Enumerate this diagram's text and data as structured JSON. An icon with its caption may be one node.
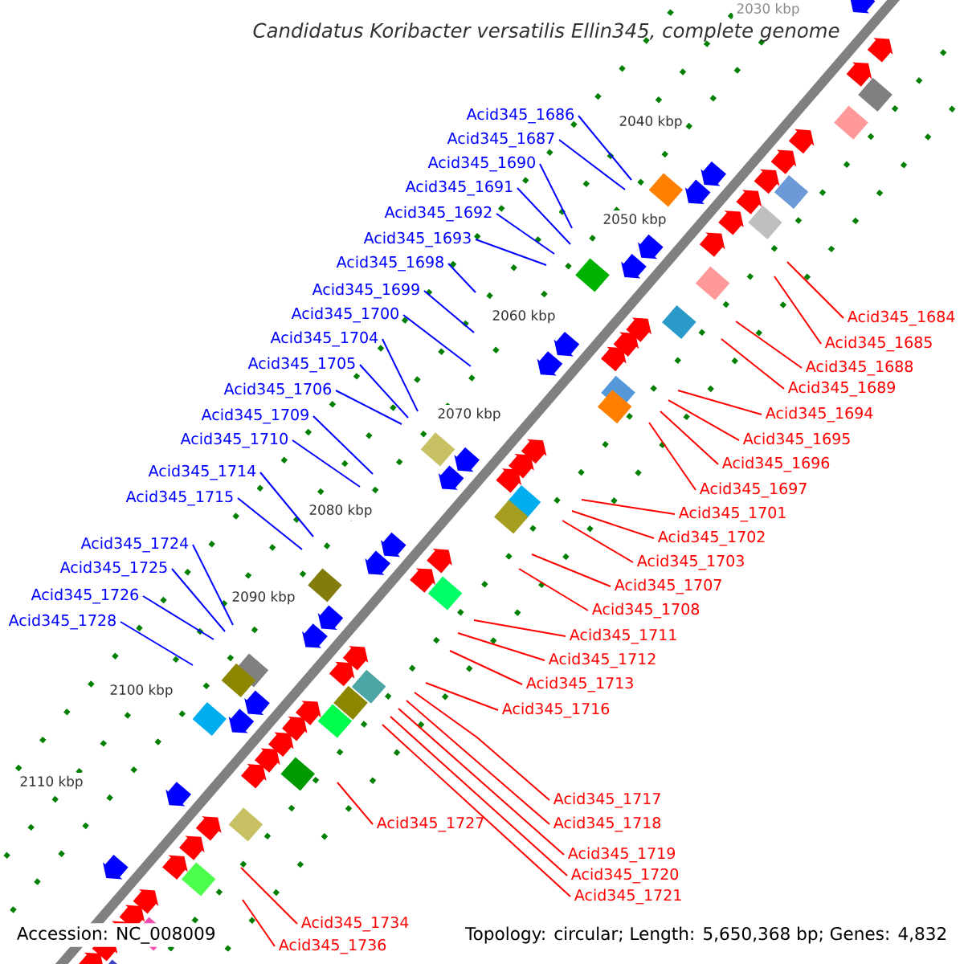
{
  "diagram": {
    "title": "Candidatus Koribacter versatilis Ellin345, complete genome",
    "nodes": [
      {
        "text": [
          "Acid345_1686"
        ]
      },
      {
        "text": [
          "Acid345_1687"
        ]
      },
      {
        "text": [
          "Acid345_1690"
        ]
      },
      {
        "text": [
          "Acid345_1691"
        ]
      },
      {
        "text": [
          "Acid345_1692"
        ]
      },
      {
        "text": [
          "Acid345_1693"
        ]
      },
      {
        "text": [
          "Acid345_1698"
        ]
      },
      {
        "text": [
          "Acid345_1699"
        ]
      },
      {
        "text": [
          "Acid345_1700"
        ]
      },
      {
        "text": [
          "Acid345_1704"
        ]
      },
      {
        "text": [
          "Acid345_1705"
        ]
      },
      {
        "text": [
          "Acid345_1706"
        ]
      },
      {
        "text": [
          "Acid345_1709"
        ]
      },
      {
        "text": [
          "Acid345_1710"
        ]
      },
      {
        "text": [
          "Acid345_1714"
        ]
      },
      {
        "text": [
          "Acid345_1715"
        ]
      },
      {
        "text": [
          "Acid345_1724"
        ]
      },
      {
        "text": [
          "Acid345_1725"
        ]
      },
      {
        "text": [
          "Acid345_1726"
        ]
      },
      {
        "text": [
          "Acid345_1728"
        ]
      },
      {
        "text": [
          "Acid345_1684"
        ]
      },
      {
        "text": [
          "Acid345_1685"
        ]
      },
      {
        "text": [
          "Acid345_1688"
        ]
      },
      {
        "text": [
          "Acid345_1689"
        ]
      },
      {
        "text": [
          "Acid345_1694"
        ]
      },
      {
        "text": [
          "Acid345_1695"
        ]
      },
      {
        "text": [
          "Acid345_1696"
        ]
      },
      {
        "text": [
          "Acid345_1697"
        ]
      },
      {
        "text": [
          "Acid345_1701"
        ]
      },
      {
        "text": [
          "Acid345_1702"
        ]
      },
      {
        "text": [
          "Acid345_1703"
        ]
      },
      {
        "text": [
          "Acid345_1707"
        ]
      },
      {
        "text": [
          "Acid345_1708"
        ]
      },
      {
        "text": [
          "Acid345_1711"
        ]
      },
      {
        "text": [
          "Acid345_1712"
        ]
      },
      {
        "text": [
          "Acid345_1713"
        ]
      },
      {
        "text": [
          "Acid345_1716"
        ]
      },
      {
        "text": [
          "Acid345_1717"
        ]
      },
      {
        "text": [
          "Acid345_1718"
        ]
      },
      {
        "text": [
          "Acid345_1719"
        ]
      },
      {
        "text": [
          "Acid345_1720"
        ]
      },
      {
        "text": [
          "Acid345_1721"
        ]
      },
      {
        "text": [
          "Acid345_1727"
        ]
      },
      {
        "text": [
          "Acid345_1734"
        ]
      },
      {
        "text": [
          "Acid345_1736"
        ]
      }
    ],
    "edges": [
      {
        "from": 0,
        "to": null,
        "arrow": "none",
        "color": "#0000ff"
      },
      {
        "from": 1,
        "to": null,
        "arrow": "none",
        "color": "#0000ff"
      },
      {
        "from": 2,
        "to": null,
        "arrow": "none",
        "color": "#0000ff"
      },
      {
        "from": 3,
        "to": null,
        "arrow": "none",
        "color": "#0000ff"
      },
      {
        "from": 4,
        "to": null,
        "arrow": "none",
        "color": "#0000ff"
      },
      {
        "from": 5,
        "to": null,
        "arrow": "none",
        "color": "#0000ff"
      },
      {
        "from": 6,
        "to": null,
        "arrow": "none",
        "color": "#0000ff"
      },
      {
        "from": 7,
        "to": null,
        "arrow": "none",
        "color": "#0000ff"
      },
      {
        "from": 8,
        "to": null,
        "arrow": "none",
        "color": "#0000ff"
      },
      {
        "from": 9,
        "to": null,
        "arrow": "none",
        "color": "#0000ff"
      },
      {
        "from": 10,
        "to": null,
        "arrow": "none",
        "color": "#0000ff"
      },
      {
        "from": 11,
        "to": null,
        "arrow": "none",
        "color": "#0000ff"
      },
      {
        "from": 12,
        "to": null,
        "arrow": "none",
        "color": "#0000ff"
      },
      {
        "from": 13,
        "to": null,
        "arrow": "none",
        "color": "#0000ff"
      },
      {
        "from": 14,
        "to": null,
        "arrow": "none",
        "color": "#0000ff"
      },
      {
        "from": 15,
        "to": null,
        "arrow": "none",
        "color": "#0000ff"
      },
      {
        "from": 16,
        "to": null,
        "arrow": "none",
        "color": "#0000ff"
      },
      {
        "from": 17,
        "to": null,
        "arrow": "none",
        "color": "#0000ff"
      },
      {
        "from": 18,
        "to": null,
        "arrow": "none",
        "color": "#0000ff"
      },
      {
        "from": 19,
        "to": null,
        "arrow": "none",
        "color": "#0000ff"
      },
      {
        "from": 20,
        "to": null,
        "arrow": "none"
      },
      {
        "from": 21,
        "to": null,
        "arrow": "none"
      },
      {
        "from": 22,
        "to": null,
        "arrow": "none"
      },
      {
        "from": 23,
        "to": null,
        "arrow": "none"
      },
      {
        "from": 24,
        "to": null,
        "arrow": "none"
      },
      {
        "from": 25,
        "to": null,
        "arrow": "none"
      },
      {
        "from": 26,
        "to": null,
        "arrow": "none"
      },
      {
        "from": 27,
        "to": null,
        "arrow": "none"
      },
      {
        "from": 28,
        "to": null,
        "arrow": "none"
      },
      {
        "from": 29,
        "to": null,
        "arrow": "none"
      },
      {
        "from": 30,
        "to": null,
        "arrow": "none"
      },
      {
        "from": 31,
        "to": null,
        "arrow": "none"
      },
      {
        "from": 32,
        "to": null,
        "arrow": "none"
      },
      {
        "from": 33,
        "to": null,
        "arrow": "none"
      },
      {
        "from": 34,
        "to": null,
        "arrow": "none"
      },
      {
        "from": 35,
        "to": null,
        "arrow": "none"
      },
      {
        "from": 36,
        "to": null,
        "arrow": "none"
      },
      {
        "from": 37,
        "to": null,
        "arrow": "none"
      },
      {
        "from": 38,
        "to": null,
        "arrow": "none"
      },
      {
        "from": 39,
        "to": null,
        "arrow": "none"
      },
      {
        "from": 40,
        "to": null,
        "arrow": "none"
      },
      {
        "from": 41,
        "to": null,
        "arrow": "none"
      },
      {
        "from": 42,
        "to": null,
        "arrow": "none"
      },
      {
        "from": 43,
        "to": null,
        "arrow": "none"
      },
      {
        "from": 44,
        "to": null,
        "arrow": "none"
      }
    ],
    "labels": [
      "2030 kbp",
      "2040 kbp",
      "2050 kbp",
      "2060 kbp",
      "2070 kbp",
      "2080 kbp",
      "2090 kbp",
      "2100 kbp",
      "2110 kbp",
      "Accession: NC_008009",
      "Topology: circular; Length: 5,650,368 bp; Genes: 4,832"
    ]
  }
}
